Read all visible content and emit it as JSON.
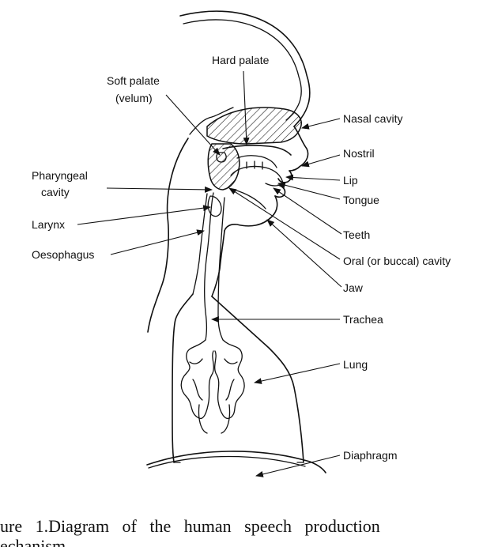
{
  "labels": {
    "hard_palate": "Hard palate",
    "soft_palate": [
      "Soft palate",
      "(velum)"
    ],
    "nasal_cavity": "Nasal cavity",
    "nostril": "Nostril",
    "pharyngeal_cavity": [
      "Pharyngeal",
      "cavity"
    ],
    "lip": "Lip",
    "tongue": "Tongue",
    "larynx": "Larynx",
    "teeth": "Teeth",
    "oesophagus": "Oesophagus",
    "oral_cavity": "Oral (or buccal) cavity",
    "jaw": "Jaw",
    "trachea": "Trachea",
    "lung": "Lung",
    "diaphragm": "Diaphragm"
  },
  "caption": {
    "line1": "ure   1.Diagram   of   the   human   speech   production",
    "line2": "echanism"
  }
}
